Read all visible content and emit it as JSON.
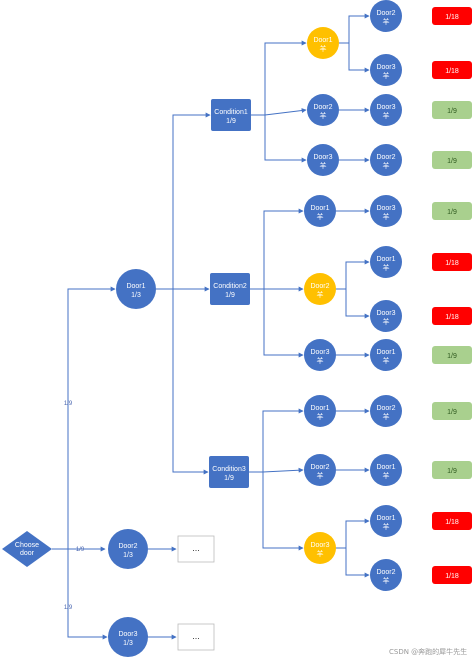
{
  "colors": {
    "blue": "#4472c4",
    "gold": "#ffc000",
    "red": "#ff0000",
    "green": "#a9d08e",
    "line": "#4472c4"
  },
  "root": {
    "label": "Choose door"
  },
  "edge_labels": {
    "door1": "1/9",
    "door2": "1/9",
    "door3": "1/9"
  },
  "level1": {
    "door1": {
      "name": "Door1",
      "prob": "1/3"
    },
    "door2": {
      "name": "Door2",
      "prob": "1/3",
      "more": "..."
    },
    "door3": {
      "name": "Door3",
      "prob": "1/3",
      "more": "..."
    }
  },
  "conditions": [
    {
      "name": "Condition1",
      "prob": "1/9",
      "branches": [
        {
          "name": "Door1",
          "sub": "羊",
          "color": "gold",
          "leaves": [
            {
              "name": "Door2",
              "sub": "羊",
              "result": "1/18",
              "result_color": "red"
            },
            {
              "name": "Door3",
              "sub": "羊",
              "result": "1/18",
              "result_color": "red"
            }
          ]
        },
        {
          "name": "Door2",
          "sub": "羊",
          "color": "blue",
          "leaves": [
            {
              "name": "Door3",
              "sub": "羊",
              "result": "1/9",
              "result_color": "green"
            }
          ]
        },
        {
          "name": "Door3",
          "sub": "羊",
          "color": "blue",
          "leaves": [
            {
              "name": "Door2",
              "sub": "羊",
              "result": "1/9",
              "result_color": "green"
            }
          ]
        }
      ]
    },
    {
      "name": "Condition2",
      "prob": "1/9",
      "branches": [
        {
          "name": "Door1",
          "sub": "羊",
          "color": "blue",
          "leaves": [
            {
              "name": "Door3",
              "sub": "羊",
              "result": "1/9",
              "result_color": "green"
            }
          ]
        },
        {
          "name": "Door2",
          "sub": "羊",
          "color": "gold",
          "leaves": [
            {
              "name": "Door1",
              "sub": "羊",
              "result": "1/18",
              "result_color": "red"
            },
            {
              "name": "Door3",
              "sub": "羊",
              "result": "1/18",
              "result_color": "red"
            }
          ]
        },
        {
          "name": "Door3",
          "sub": "羊",
          "color": "blue",
          "leaves": [
            {
              "name": "Door1",
              "sub": "羊",
              "result": "1/9",
              "result_color": "green"
            }
          ]
        }
      ]
    },
    {
      "name": "Condition3",
      "prob": "1/9",
      "branches": [
        {
          "name": "Door1",
          "sub": "羊",
          "color": "blue",
          "leaves": [
            {
              "name": "Door2",
              "sub": "羊",
              "result": "1/9",
              "result_color": "green"
            }
          ]
        },
        {
          "name": "Door2",
          "sub": "羊",
          "color": "blue",
          "leaves": [
            {
              "name": "Door1",
              "sub": "羊",
              "result": "1/9",
              "result_color": "green"
            }
          ]
        },
        {
          "name": "Door3",
          "sub": "羊",
          "color": "gold",
          "leaves": [
            {
              "name": "Door1",
              "sub": "羊",
              "result": "1/18",
              "result_color": "red"
            },
            {
              "name": "Door2",
              "sub": "羊",
              "result": "1/18",
              "result_color": "red"
            }
          ]
        }
      ]
    }
  ],
  "watermark": "CSDN @奔跑的犀牛先生"
}
